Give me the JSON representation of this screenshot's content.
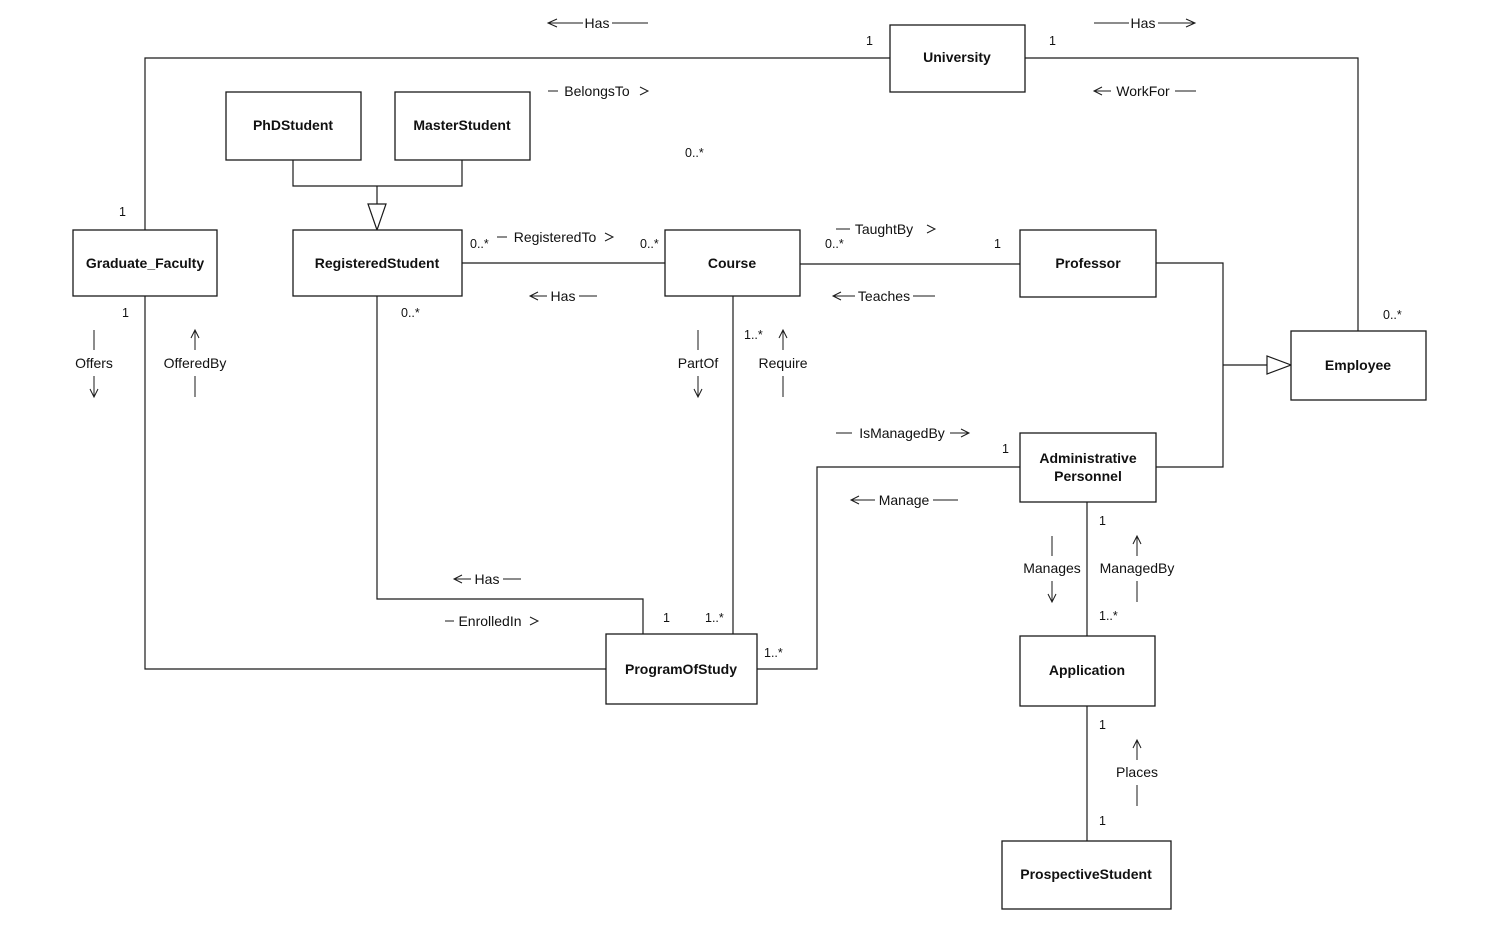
{
  "classes": {
    "university": "University",
    "phd_student": "PhDStudent",
    "master_student": "MasterStudent",
    "graduate_faculty": "Graduate_Faculty",
    "registered_student": "RegisteredStudent",
    "course": "Course",
    "professor": "Professor",
    "employee": "Employee",
    "administrative_personnel_line1": "Administrative",
    "administrative_personnel_line2": "Personnel",
    "program_of_study": "ProgramOfStudy",
    "application": "Application",
    "prospective_student": "ProspectiveStudent"
  },
  "associations": {
    "has_university_faculty": "Has",
    "has_university_employee": "Has",
    "belongs_to": "BelongsTo",
    "work_for": "WorkFor",
    "registered_to": "RegisteredTo",
    "has_course_students": "Has",
    "taught_by": "TaughtBy",
    "teaches": "Teaches",
    "offers": "Offers",
    "offered_by": "OfferedBy",
    "part_of": "PartOf",
    "require": "Require",
    "is_managed_by": "IsManagedBy",
    "manage": "Manage",
    "has_program_students": "Has",
    "enrolled_in": "EnrolledIn",
    "manages": "Manages",
    "managed_by": "ManagedBy",
    "places": "Places"
  },
  "multiplicities": {
    "university_left": "1",
    "university_right": "1",
    "employees_near_university": "0..*",
    "faculty_top": "1",
    "faculty_bottom": "1",
    "registered_right": "0..*",
    "course_left": "0..*",
    "course_right": "0..*",
    "professor_left": "1",
    "registered_bottom": "0..*",
    "course_bottom": "1..*",
    "employee_top": "0..*",
    "admin_left": "1",
    "admin_bottom": "1",
    "program_left_top": "1",
    "program_course": "1..*",
    "program_right": "1..*",
    "application_top": "1..*",
    "application_bottom": "1",
    "prospective_top": "1"
  }
}
